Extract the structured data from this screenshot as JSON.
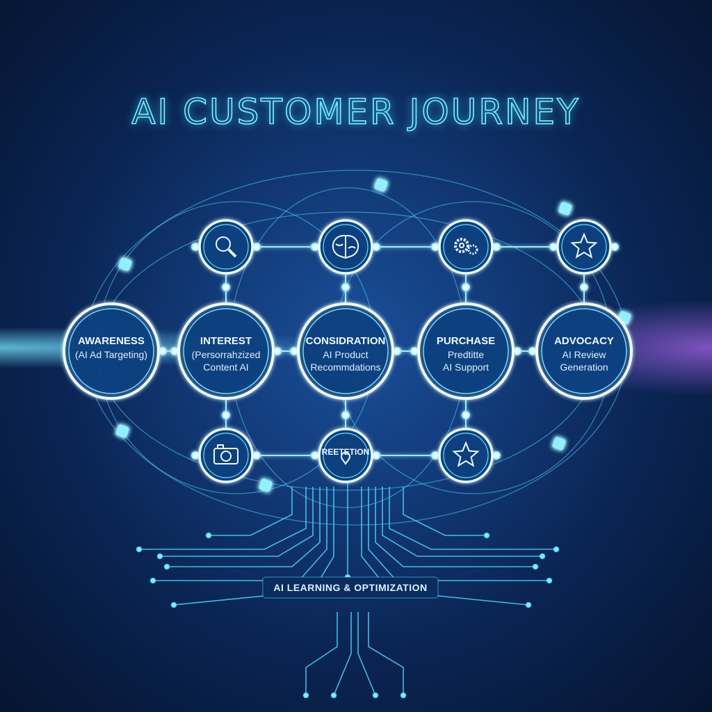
{
  "title": "AI CUSTOMER JOURNEY",
  "stages": [
    {
      "name": "AWARENESS",
      "lines": [
        "(AI Ad Targeting)"
      ]
    },
    {
      "name": "INTEREST",
      "lines": [
        "(Persorrahzized",
        "Content AI"
      ]
    },
    {
      "name": "CONSIDRATION",
      "lines": [
        "AI Product",
        "Recommdations"
      ]
    },
    {
      "name": "PURCHASE",
      "lines": [
        "Predtitte",
        "AI Support"
      ]
    },
    {
      "name": "ADVOCACY",
      "lines": [
        "AI Review",
        "Generation"
      ]
    }
  ],
  "top_nodes": [
    {
      "icon": "magnifier-icon"
    },
    {
      "icon": "brain-icon"
    },
    {
      "icon": "gears-icon"
    },
    {
      "icon": "star-icon"
    }
  ],
  "bottom_nodes": [
    {
      "icon": "camera-icon"
    },
    {
      "label": "REETETION",
      "icon": "location-pin-icon"
    },
    {
      "icon": "star-icon"
    }
  ],
  "footer_label": "AI LEARNING & OPTIMIZATION",
  "colors": {
    "accent": "#5fe6ff",
    "ring": "#e8fbff",
    "background": "#0a2452",
    "glow_right": "#b06bff"
  }
}
